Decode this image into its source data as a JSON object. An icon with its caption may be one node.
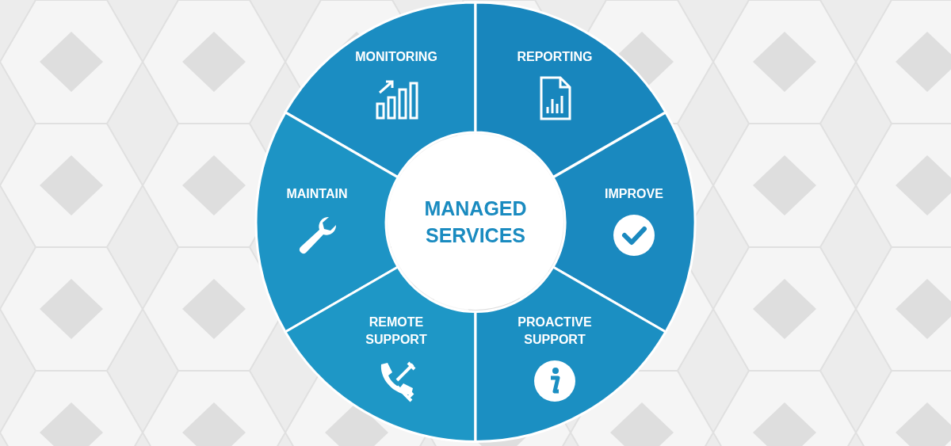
{
  "diagram": {
    "nodes": [
      {
        "text": [
          "MANAGED SERVICES"
        ]
      },
      {
        "text": [
          "MONITORING"
        ]
      },
      {
        "text": [
          "REPORTING"
        ]
      },
      {
        "text": [
          "MAINTAIN"
        ]
      },
      {
        "text": [
          "IMPROVE"
        ]
      },
      {
        "text": [
          "REMOTE SUPPORT"
        ]
      },
      {
        "text": [
          "PROACTIVE SUPPORT"
        ]
      }
    ]
  }
}
